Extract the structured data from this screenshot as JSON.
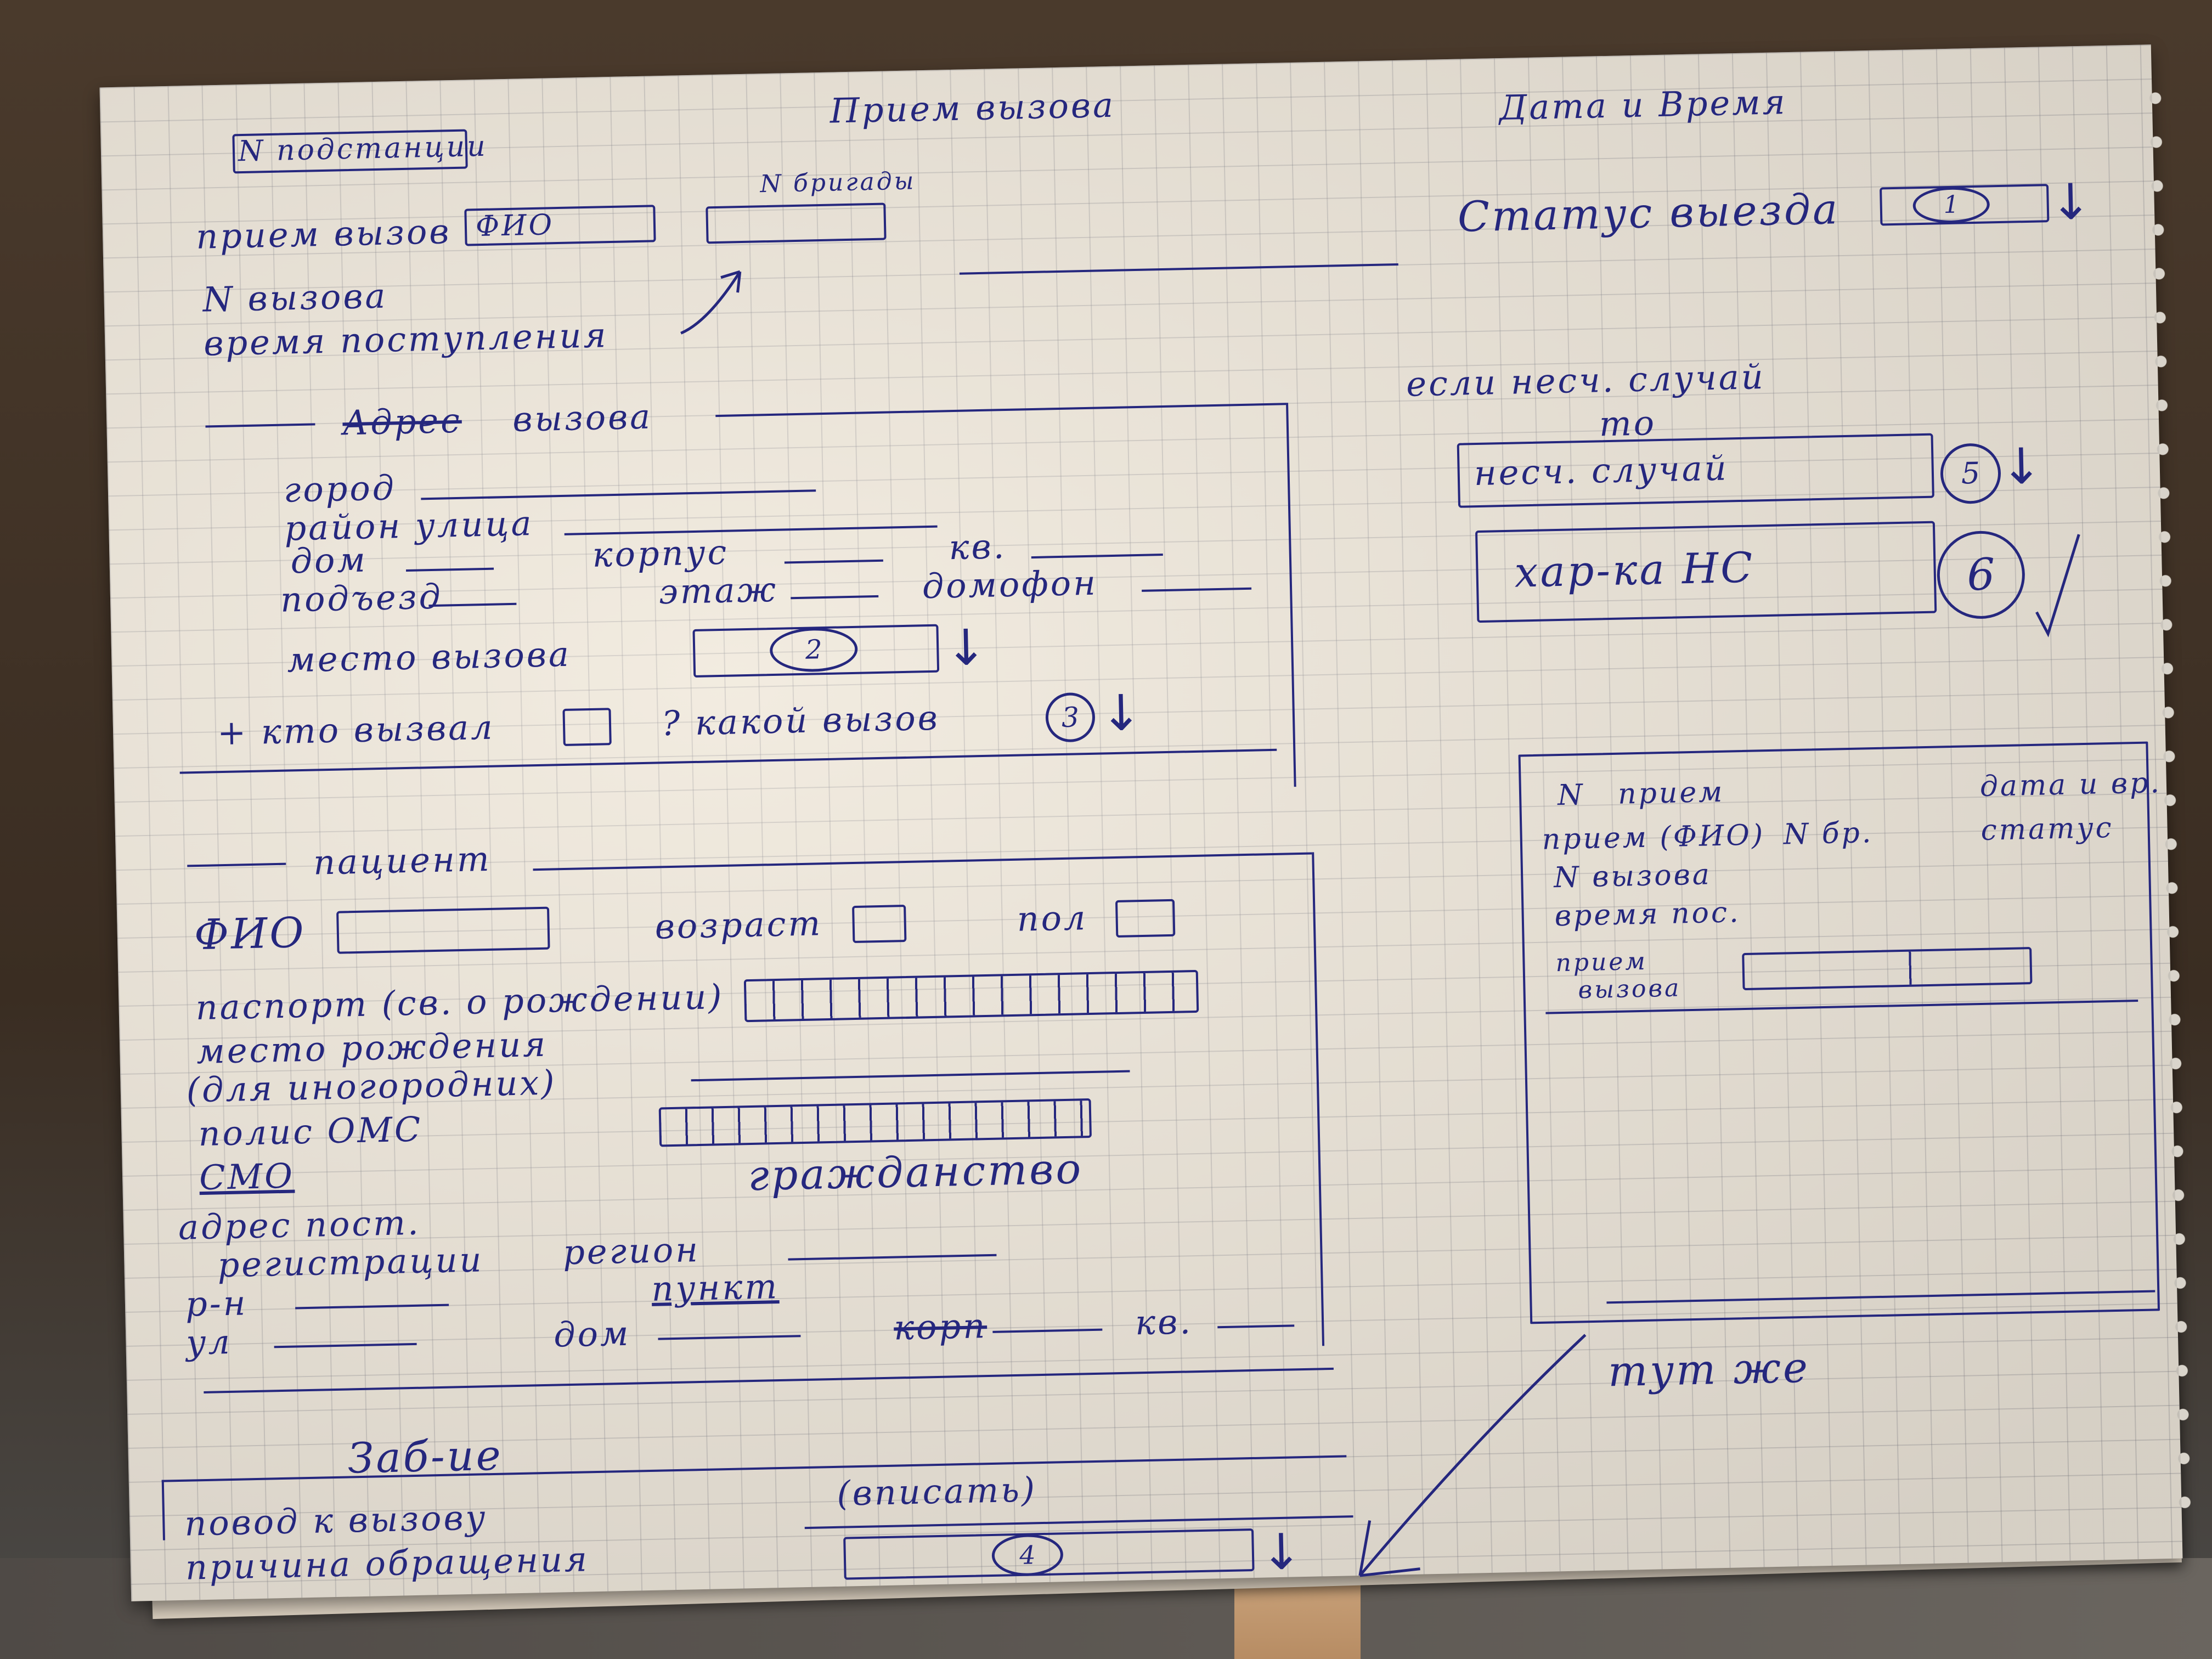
{
  "header": {
    "title": "Прием вызова",
    "datetime": "Дата и Время",
    "substation_box": "N подстанции",
    "brigade_label": "N бригады",
    "dispatcher_label": "прием вызов",
    "dispatcher_box": "ФИО",
    "call_number": "N вызова",
    "receive_time": "время поступления",
    "status_label": "Статус выезда",
    "status_badge": "1"
  },
  "address": {
    "section_title_struck": "Адрес",
    "section_title": "вызова",
    "city": "город",
    "district_street": "район улица",
    "house": "дом",
    "building": "корпус",
    "apartment": "кв.",
    "entrance": "подъезд",
    "floor": "этаж",
    "intercom": "домофон",
    "call_place": "место вызова",
    "call_place_badge": "2",
    "who_called": "+ кто вызвал",
    "which_call": "? какой вызов",
    "which_call_badge": "3"
  },
  "accident": {
    "check_label": "если несч. случай",
    "to": "то",
    "type_box": "несч. случай",
    "type_badge": "5",
    "characteristic_box": "хар-ка НС",
    "characteristic_badge": "6"
  },
  "patient": {
    "section_title": "пациент",
    "fio": "ФИО",
    "age": "возраст",
    "sex": "пол",
    "passport": "паспорт (св. о рождении)",
    "birthplace": "место рождения",
    "birthplace_note": "(для иногородних)",
    "policy": "полис ОМС",
    "smo": "СМО",
    "citizenship": "гражданство",
    "address_line1": "адрес пост.",
    "address_line2": "регистрации",
    "region": "регион",
    "district": "р-н",
    "locality": "пункт",
    "street": "ул",
    "house": "дом",
    "building": "корп",
    "apartment": "кв."
  },
  "disease": {
    "title": "Заб-ие",
    "reason": "повод к вызову",
    "reason_hint": "(вписать)",
    "cause": "причина обращения",
    "cause_badge": "4"
  },
  "list_panel": {
    "col1_line1": "N",
    "col1_line2": "прием",
    "col2_line1": "дата и вр.",
    "col1_line3": "прием (ФИО)",
    "col1_line4": "N бр.",
    "col2_line2": "статус",
    "call_number": "N вызова",
    "receive_time": "время пос.",
    "row_label_1": "прием",
    "row_label_2": "вызова"
  },
  "note": {
    "text": "тут же"
  }
}
